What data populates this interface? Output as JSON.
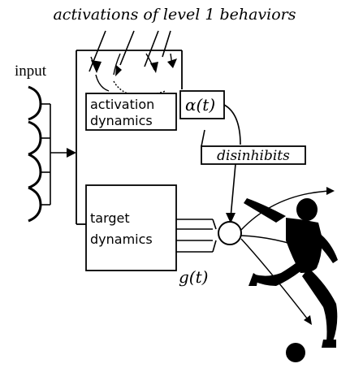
{
  "header": {
    "title": "activations of level 1 behaviors"
  },
  "input": {
    "label": "input"
  },
  "activation_box": {
    "line1": "activation",
    "line2": "dynamics"
  },
  "alpha_label": "α(t)",
  "disinhibits_box": {
    "label": "disinhibits"
  },
  "target_box": {
    "line1": "target",
    "line2": "dynamics"
  },
  "g_label": "g(t)",
  "colors": {
    "ink": "#000000",
    "background": "#ffffff"
  }
}
